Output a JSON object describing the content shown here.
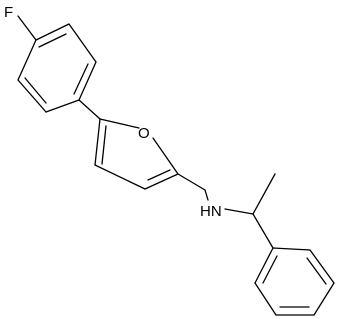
{
  "molecule": {
    "atoms": {
      "fluorine": "F",
      "oxygen": "O",
      "amine": "HN"
    }
  },
  "colors": {
    "bond": "#000000",
    "label": "#000000",
    "background": "#ffffff"
  }
}
